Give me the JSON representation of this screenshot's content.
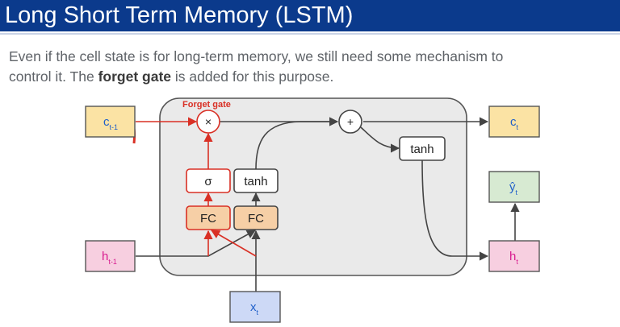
{
  "header": {
    "title": "Long Short Term Memory (LSTM)"
  },
  "intro": {
    "line1": "Even if the cell state is for long-term memory, we still need some mechanism to",
    "line2_pre": "control it. The ",
    "line2_bold": "forget gate",
    "line2_post": " is added for this purpose."
  },
  "diagram": {
    "forget_gate_label": "Forget gate",
    "multiply_symbol": "×",
    "add_symbol": "+",
    "sigma_label": "σ",
    "tanh_inner_label": "tanh",
    "tanh_output_label": "tanh",
    "fc_forget_label": "FC",
    "fc_input_label": "FC",
    "c_prev": {
      "main": "c",
      "sub": "t-1"
    },
    "h_prev": {
      "main": "h",
      "sub": "t-1"
    },
    "x_in": {
      "main": "x",
      "sub": "t"
    },
    "c_out": {
      "main": "c",
      "sub": "t"
    },
    "h_out": {
      "main": "h",
      "sub": "t"
    },
    "y_out": {
      "main": "ŷ",
      "sub": "t"
    }
  },
  "colors": {
    "title_bar": "#0b3a8c",
    "forget_path": "#d93025",
    "c_box": "#fbe3a4",
    "h_box": "#f7cfe0",
    "x_box": "#cdd9f6",
    "y_box": "#d7ead2",
    "fc_box": "#f6cfa6"
  }
}
